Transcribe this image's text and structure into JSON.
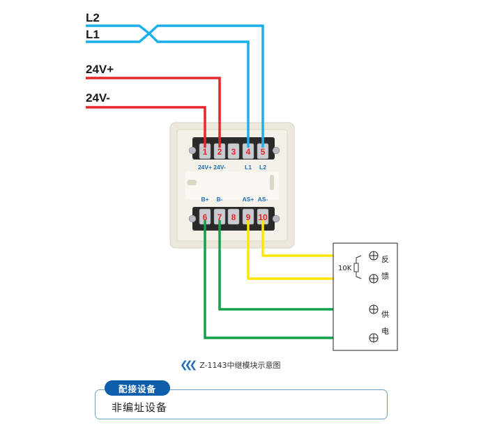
{
  "diagram": {
    "title": "Z-1143中继模块示意图",
    "wires": {
      "l2": {
        "label": "L2",
        "color": "#1ab0ea"
      },
      "l1": {
        "label": "L1",
        "color": "#1ab0ea"
      },
      "v24p": {
        "label": "24V+",
        "color": "#e8252a"
      },
      "v24n": {
        "label": "24V-",
        "color": "#e8252a"
      },
      "bus_color": "#1ab0ea",
      "feedback_color": "#ffe600",
      "supply_color": "#12a14a"
    },
    "top_terminals": [
      {
        "num": "1",
        "label": "24V+"
      },
      {
        "num": "2",
        "label": "24V-"
      },
      {
        "num": "3",
        "label": ""
      },
      {
        "num": "4",
        "label": "L1"
      },
      {
        "num": "5",
        "label": "L2"
      }
    ],
    "bottom_terminals": [
      {
        "num": "6",
        "label": "B+"
      },
      {
        "num": "7",
        "label": "B-"
      },
      {
        "num": "8",
        "label": ""
      },
      {
        "num": "9",
        "label": "AS+"
      },
      {
        "num": "10",
        "label": "AS-"
      }
    ],
    "device": {
      "resistor_label": "10K",
      "feedback_chars": [
        "反",
        "馈"
      ],
      "supply_chars": [
        "供",
        "电"
      ]
    }
  },
  "info": {
    "tab_label": "配接设备",
    "text": "非编址设备"
  },
  "colors": {
    "accent": "#0d5fae",
    "terminal_number": "#e8252a",
    "terminal_label": "#1f6fc0"
  }
}
